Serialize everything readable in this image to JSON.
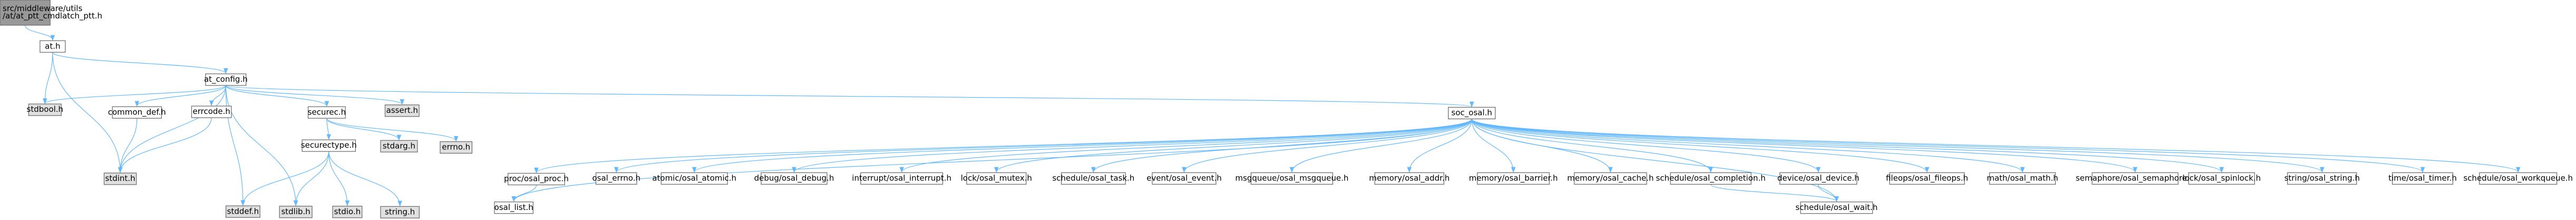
{
  "diagram": {
    "type": "include-dependency-graph",
    "colors": {
      "root_fill": "#999999",
      "node_fill": "#ffffff",
      "external_fill": "#e0e0e0",
      "border": "#666666",
      "edge": "#63b8ff"
    },
    "nodes": [
      {
        "id": "root",
        "lines": [
          "src/middleware/utils",
          "/at/at_ptt_cmdlatch_ptt.h"
        ],
        "kind": "root"
      },
      {
        "id": "at_h",
        "lines": [
          "at.h"
        ],
        "kind": "file"
      },
      {
        "id": "at_config_h",
        "lines": [
          "at_config.h"
        ],
        "kind": "file"
      },
      {
        "id": "stdbool_h",
        "lines": [
          "stdbool.h"
        ],
        "kind": "system"
      },
      {
        "id": "common_def_h",
        "lines": [
          "common_def.h"
        ],
        "kind": "file"
      },
      {
        "id": "errcode_h",
        "lines": [
          "errcode.h"
        ],
        "kind": "file"
      },
      {
        "id": "securec_h",
        "lines": [
          "securec.h"
        ],
        "kind": "file"
      },
      {
        "id": "assert_h",
        "lines": [
          "assert.h"
        ],
        "kind": "system"
      },
      {
        "id": "stdint_h",
        "lines": [
          "stdint.h"
        ],
        "kind": "system"
      },
      {
        "id": "securectype_h",
        "lines": [
          "securectype.h"
        ],
        "kind": "file"
      },
      {
        "id": "stdarg_h",
        "lines": [
          "stdarg.h"
        ],
        "kind": "system"
      },
      {
        "id": "errno_h",
        "lines": [
          "errno.h"
        ],
        "kind": "system"
      },
      {
        "id": "stddef_h",
        "lines": [
          "stddef.h"
        ],
        "kind": "system"
      },
      {
        "id": "stdlib_h",
        "lines": [
          "stdlib.h"
        ],
        "kind": "system"
      },
      {
        "id": "stdio_h",
        "lines": [
          "stdio.h"
        ],
        "kind": "system"
      },
      {
        "id": "string_h",
        "lines": [
          "string.h"
        ],
        "kind": "system"
      },
      {
        "id": "soc_osal_h",
        "lines": [
          "soc_osal.h"
        ],
        "kind": "file"
      },
      {
        "id": "proc",
        "lines": [
          "proc/osal_proc.h"
        ],
        "kind": "file"
      },
      {
        "id": "errno",
        "lines": [
          "osal_errno.h"
        ],
        "kind": "file"
      },
      {
        "id": "atomic",
        "lines": [
          "atomic/osal_atomic.h"
        ],
        "kind": "file"
      },
      {
        "id": "debug",
        "lines": [
          "debug/osal_debug.h"
        ],
        "kind": "file"
      },
      {
        "id": "interrupt",
        "lines": [
          "interrupt/osal_interrupt.h"
        ],
        "kind": "file"
      },
      {
        "id": "mutex",
        "lines": [
          "lock/osal_mutex.h"
        ],
        "kind": "file"
      },
      {
        "id": "task",
        "lines": [
          "schedule/osal_task.h"
        ],
        "kind": "file"
      },
      {
        "id": "event",
        "lines": [
          "event/osal_event.h"
        ],
        "kind": "file"
      },
      {
        "id": "msgqueue",
        "lines": [
          "msgqueue/osal_msgqueue.h"
        ],
        "kind": "file"
      },
      {
        "id": "addr",
        "lines": [
          "memory/osal_addr.h"
        ],
        "kind": "file"
      },
      {
        "id": "barrier",
        "lines": [
          "memory/osal_barrier.h"
        ],
        "kind": "file"
      },
      {
        "id": "cache",
        "lines": [
          "memory/osal_cache.h"
        ],
        "kind": "file"
      },
      {
        "id": "completion",
        "lines": [
          "schedule/osal_completion.h"
        ],
        "kind": "file"
      },
      {
        "id": "device",
        "lines": [
          "device/osal_device.h"
        ],
        "kind": "file"
      },
      {
        "id": "fileops",
        "lines": [
          "fileops/osal_fileops.h"
        ],
        "kind": "file"
      },
      {
        "id": "math",
        "lines": [
          "math/osal_math.h"
        ],
        "kind": "file"
      },
      {
        "id": "semaphore",
        "lines": [
          "semaphore/osal_semaphore.h"
        ],
        "kind": "file"
      },
      {
        "id": "spinlock",
        "lines": [
          "lock/osal_spinlock.h"
        ],
        "kind": "file"
      },
      {
        "id": "strs",
        "lines": [
          "string/osal_string.h"
        ],
        "kind": "file"
      },
      {
        "id": "timer",
        "lines": [
          "time/osal_timer.h"
        ],
        "kind": "file"
      },
      {
        "id": "workqueue",
        "lines": [
          "schedule/osal_workqueue.h"
        ],
        "kind": "file"
      },
      {
        "id": "list",
        "lines": [
          "osal_list.h"
        ],
        "kind": "file"
      },
      {
        "id": "wait",
        "lines": [
          "schedule/osal_wait.h"
        ],
        "kind": "file"
      }
    ],
    "edges": [
      [
        "root",
        "at_h"
      ],
      [
        "at_h",
        "at_config_h"
      ],
      [
        "at_h",
        "stdbool_h"
      ],
      [
        "at_h",
        "stdint_h"
      ],
      [
        "at_config_h",
        "stdbool_h"
      ],
      [
        "at_config_h",
        "common_def_h"
      ],
      [
        "at_config_h",
        "errcode_h"
      ],
      [
        "at_config_h",
        "securec_h"
      ],
      [
        "at_config_h",
        "assert_h"
      ],
      [
        "at_config_h",
        "stdint_h"
      ],
      [
        "at_config_h",
        "stddef_h"
      ],
      [
        "at_config_h",
        "stdlib_h"
      ],
      [
        "at_config_h",
        "soc_osal_h"
      ],
      [
        "common_def_h",
        "stdint_h"
      ],
      [
        "errcode_h",
        "stdint_h"
      ],
      [
        "securec_h",
        "securectype_h"
      ],
      [
        "securec_h",
        "stdarg_h"
      ],
      [
        "securec_h",
        "errno_h"
      ],
      [
        "securectype_h",
        "stddef_h"
      ],
      [
        "securectype_h",
        "stdlib_h"
      ],
      [
        "securectype_h",
        "stdio_h"
      ],
      [
        "securectype_h",
        "string_h"
      ],
      [
        "soc_osal_h",
        "proc"
      ],
      [
        "soc_osal_h",
        "errno"
      ],
      [
        "soc_osal_h",
        "atomic"
      ],
      [
        "soc_osal_h",
        "debug"
      ],
      [
        "soc_osal_h",
        "interrupt"
      ],
      [
        "soc_osal_h",
        "mutex"
      ],
      [
        "soc_osal_h",
        "task"
      ],
      [
        "soc_osal_h",
        "event"
      ],
      [
        "soc_osal_h",
        "msgqueue"
      ],
      [
        "soc_osal_h",
        "addr"
      ],
      [
        "soc_osal_h",
        "barrier"
      ],
      [
        "soc_osal_h",
        "cache"
      ],
      [
        "soc_osal_h",
        "completion"
      ],
      [
        "soc_osal_h",
        "device"
      ],
      [
        "soc_osal_h",
        "fileops"
      ],
      [
        "soc_osal_h",
        "math"
      ],
      [
        "soc_osal_h",
        "semaphore"
      ],
      [
        "soc_osal_h",
        "spinlock"
      ],
      [
        "soc_osal_h",
        "strs"
      ],
      [
        "soc_osal_h",
        "timer"
      ],
      [
        "soc_osal_h",
        "workqueue"
      ],
      [
        "soc_osal_h",
        "list"
      ],
      [
        "soc_osal_h",
        "wait"
      ],
      [
        "proc",
        "list"
      ],
      [
        "completion",
        "wait"
      ],
      [
        "device",
        "wait"
      ]
    ]
  }
}
